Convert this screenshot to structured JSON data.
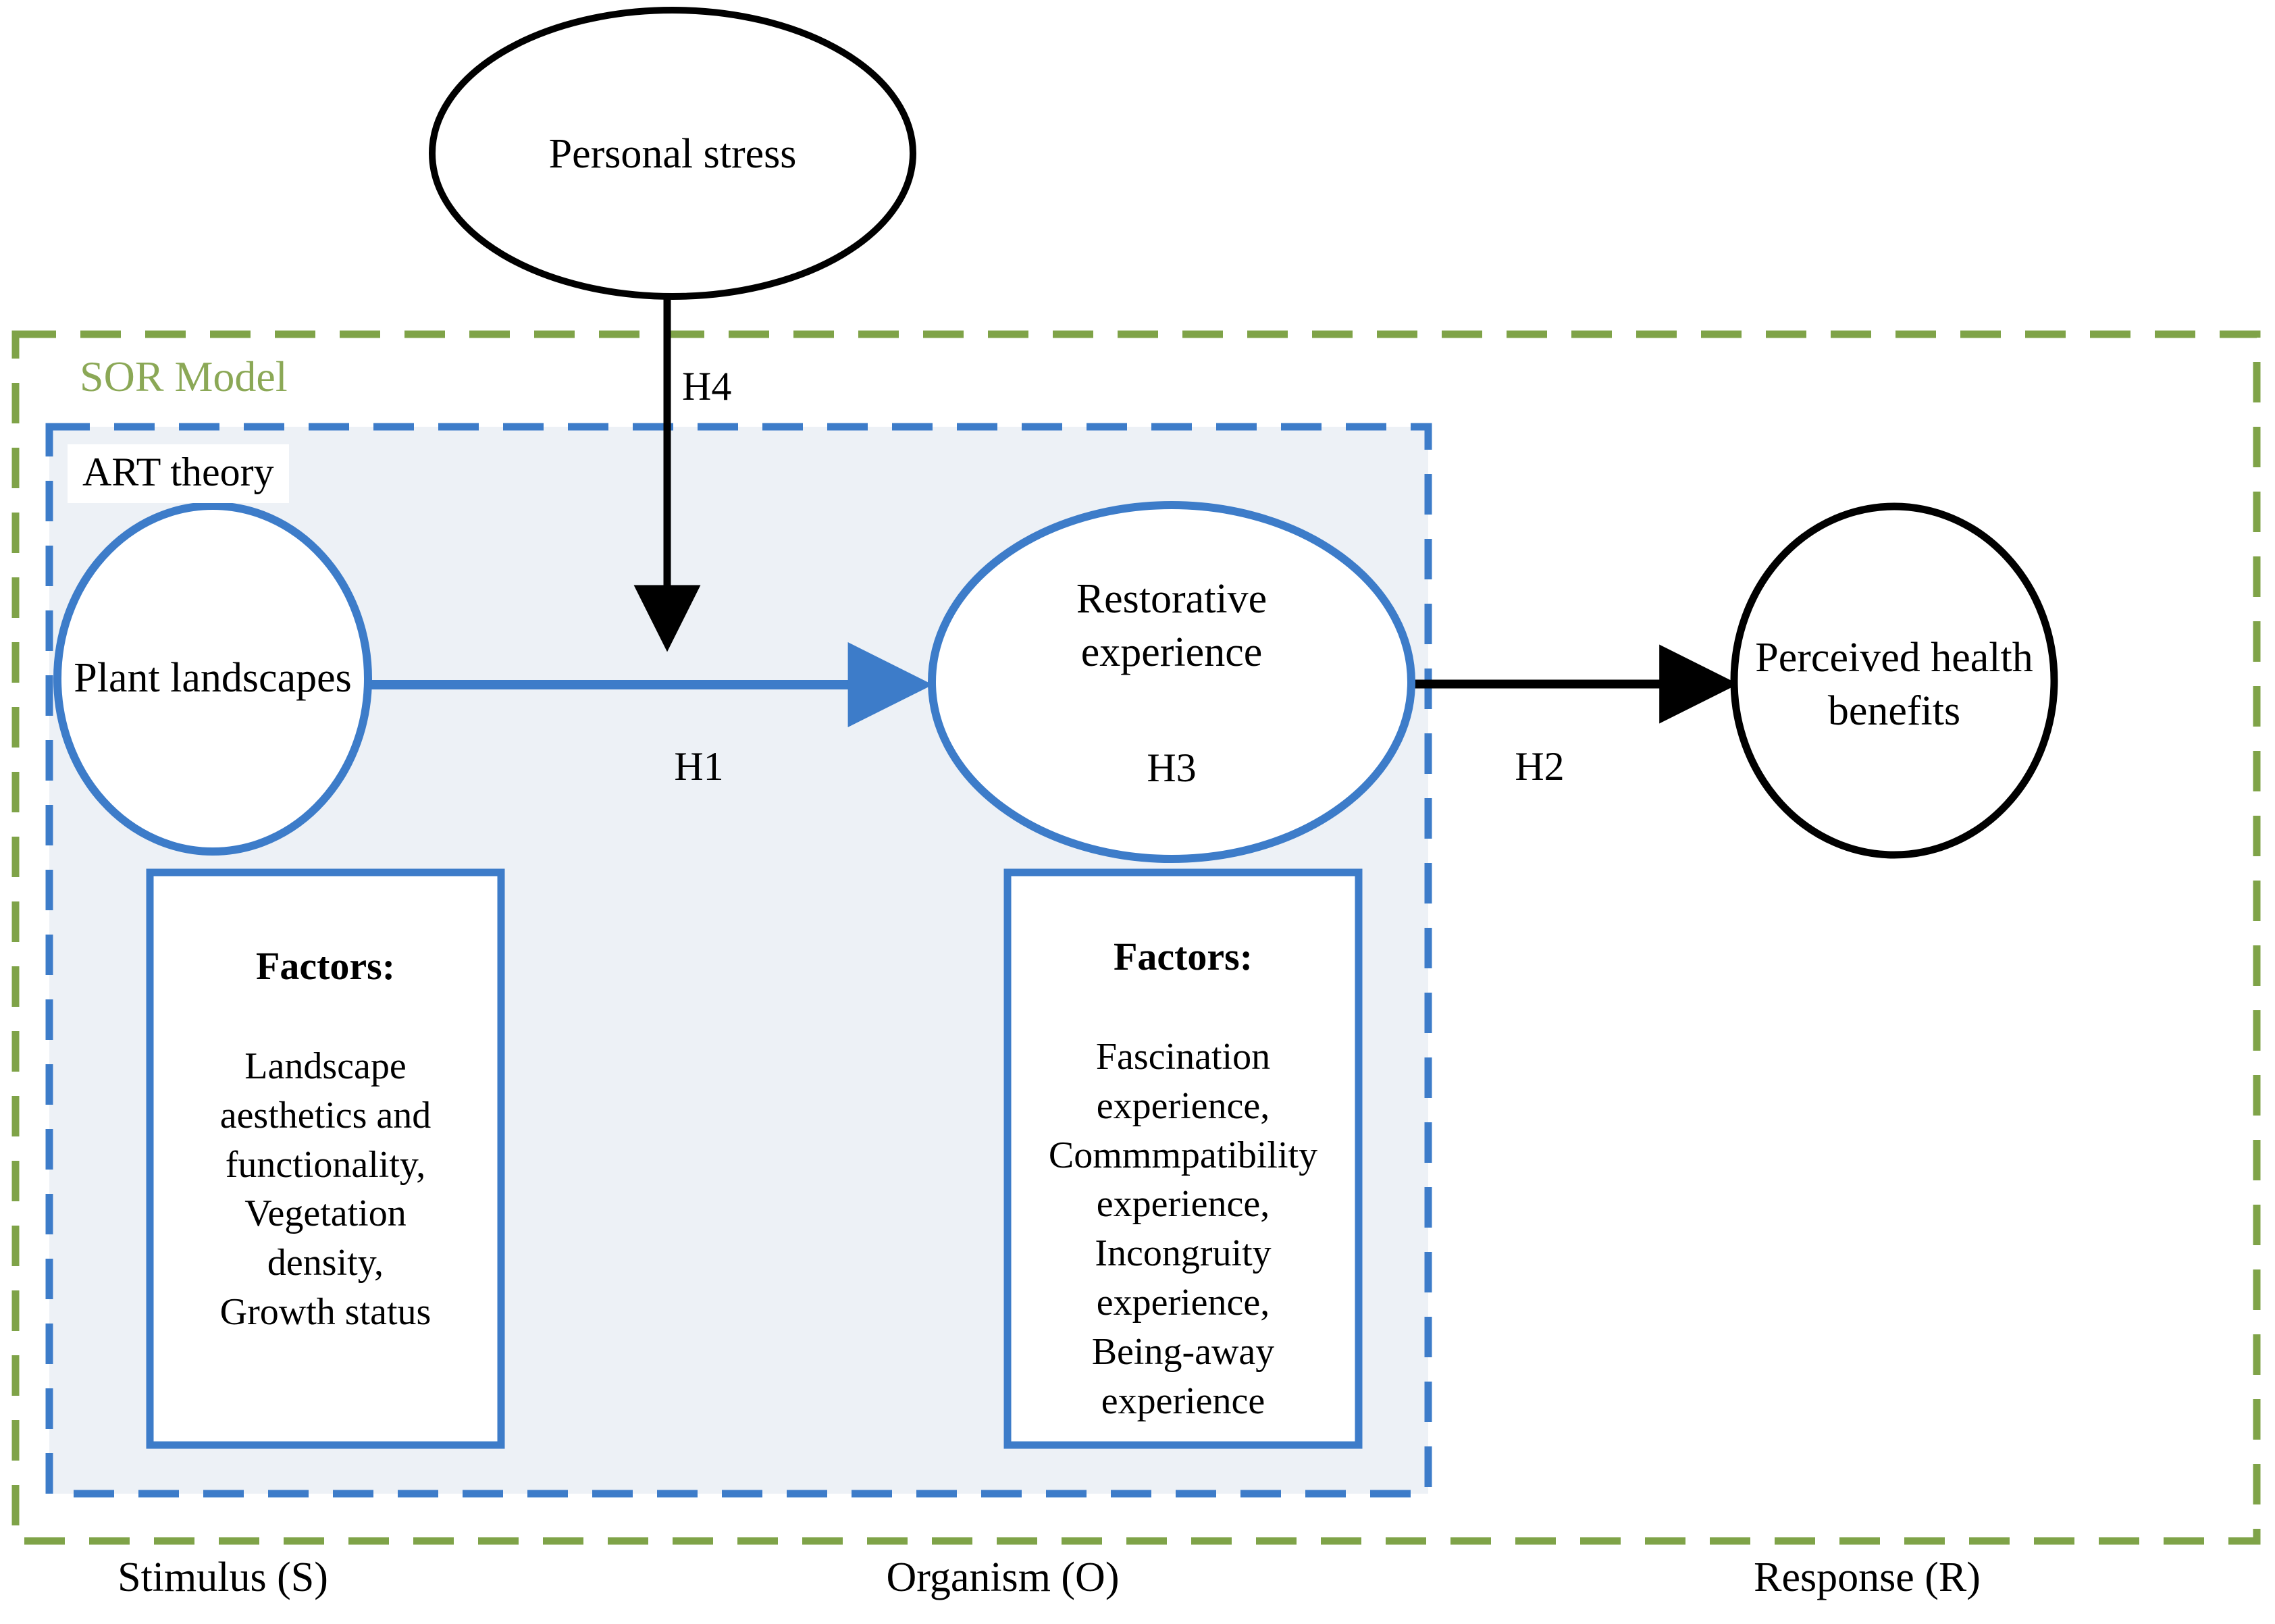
{
  "diagram": {
    "title": "SOR Model / ART theory conceptual framework",
    "colors": {
      "green_dashed": "#7FA348",
      "blue_dashed": "#3D7CC9",
      "blue_solid": "#3D7CC9",
      "inner_fill": "#EDF1F6",
      "black": "#000000"
    },
    "outer_container": {
      "label": "SOR Model",
      "border_style": "dashed",
      "border_color": "#7FA348"
    },
    "inner_container": {
      "label": "ART theory",
      "border_style": "dashed",
      "border_color": "#3D7CC9",
      "fill": "#EDF1F6"
    }
  },
  "nodes": {
    "personal_stress": {
      "label": "Personal stress",
      "shape": "ellipse",
      "stroke": "#000000"
    },
    "plant_landscapes": {
      "label": "Plant landscapes",
      "shape": "ellipse",
      "stroke": "#3D7CC9"
    },
    "restorative_experience": {
      "label": "Restorative\nexperience",
      "shape": "ellipse",
      "stroke": "#3D7CC9",
      "inner_hypothesis": "H3"
    },
    "perceived_health_benefits": {
      "label": "Perceived health\nbenefits",
      "shape": "ellipse",
      "stroke": "#000000"
    }
  },
  "factor_boxes": {
    "stimulus_factors": {
      "heading": "Factors:",
      "body": "Landscape\naesthetics and\nfunctionality,\nVegetation\ndensity,\nGrowth status",
      "items": [
        "Landscape aesthetics and functionality",
        "Vegetation density",
        "Growth status"
      ],
      "border_color": "#3D7CC9"
    },
    "organism_factors": {
      "heading": "Factors:",
      "body": "Fascination\nexperience,\nCommmpatibility\nexperience,\nIncongruity\nexperience,\nBeing-away\nexperience",
      "items": [
        "Fascination experience",
        "Commmpatibility experience",
        "Incongruity experience",
        "Being-away experience"
      ],
      "border_color": "#3D7CC9"
    }
  },
  "edges": {
    "h4": {
      "label": "H4",
      "from": "personal_stress",
      "to": "h1_path",
      "color": "#000000",
      "direction": "down"
    },
    "h1": {
      "label": "H1",
      "from": "plant_landscapes",
      "to": "restorative_experience",
      "color": "#3D7CC9",
      "direction": "right"
    },
    "h2": {
      "label": "H2",
      "from": "restorative_experience",
      "to": "perceived_health_benefits",
      "color": "#000000",
      "direction": "right"
    },
    "h3": {
      "label": "H3",
      "location": "inside restorative_experience",
      "color": "#000000"
    }
  },
  "bottom_bands": {
    "stimulus": "Stimulus (S)",
    "organism": "Organism (O)",
    "response": "Response (R)"
  }
}
